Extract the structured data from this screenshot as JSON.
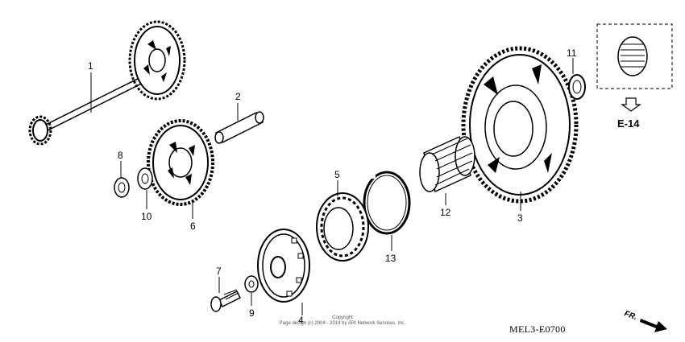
{
  "callouts": [
    "1",
    "2",
    "3",
    "4",
    "5",
    "6",
    "7",
    "8",
    "9",
    "10",
    "11",
    "12",
    "13"
  ],
  "reference": {
    "label": "E-14"
  },
  "diagram_code": "MEL3-E0700",
  "direction": {
    "label": "FR."
  },
  "copyright": {
    "line1": "Copyright",
    "line2": "Page design (c) 2004 - 2014 by ARI Network Services, Inc."
  }
}
